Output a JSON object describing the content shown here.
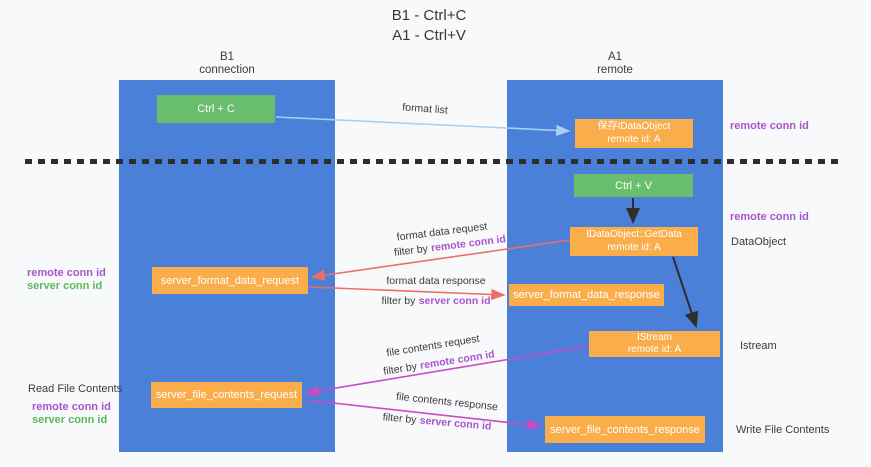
{
  "title": {
    "line1": "B1 - Ctrl+C",
    "line2": "A1 - Ctrl+V"
  },
  "lanes": {
    "left": {
      "title": "B1",
      "subtitle": "connection"
    },
    "right": {
      "title": "A1",
      "subtitle": "remote"
    }
  },
  "nodes": {
    "ctrl_c": {
      "label": "Ctrl + C"
    },
    "save_dataobject": {
      "line1": "保存IDataObject",
      "line2": "remote id: A"
    },
    "ctrl_v": {
      "label": "Ctrl + V"
    },
    "getdata": {
      "line1": "IDataObject::GetData",
      "line2": "remote id: A"
    },
    "server_format_data_request": {
      "label": "server_format_data_request"
    },
    "server_format_data_response": {
      "label": "server_format_data_response"
    },
    "istream": {
      "line1": "IStream",
      "line2": "remote id: A"
    },
    "server_file_contents_request": {
      "label": "server_file_contents_request"
    },
    "server_file_contents_response": {
      "label": "server_file_contents_response"
    }
  },
  "edge_labels": {
    "format_list": "format list",
    "format_data_request": {
      "title": "format data request",
      "filter_prefix": "filter by",
      "filter_value": "remote conn id"
    },
    "format_data_response": {
      "title": "format data response",
      "filter_prefix": "filter by",
      "filter_value": "server conn id"
    },
    "file_contents_request": {
      "title": "file contents request",
      "filter_prefix": "filter by",
      "filter_value": "remote conn id"
    },
    "file_contents_response": {
      "title": "file contents response",
      "filter_prefix": "filter by",
      "filter_value": "server conn id"
    }
  },
  "annotations": {
    "right_top_remote_conn_id": "remote conn id",
    "right_mid_remote_conn_id": "remote conn id",
    "right_dataobject": "DataObject",
    "right_istream": "Istream",
    "right_write_file": "Write File Contents",
    "left_read_file": "Read File Contents",
    "left_mid": {
      "remote": "remote conn id",
      "server": "server conn id"
    },
    "left_bottom": {
      "remote": "remote conn id",
      "server": "server conn id"
    }
  },
  "colors": {
    "lane_blue": "#4a80d8",
    "node_orange": "#f9ae4b",
    "node_green": "#69be6d",
    "arrow_light_blue": "#a6d1f2",
    "arrow_red": "#e97069",
    "arrow_magenta": "#cb4bc3",
    "arrow_black": "#2e2e2e",
    "text_purple": "#a855cc",
    "text_green": "#5cb85c",
    "text_dark": "#3b3b3b"
  }
}
